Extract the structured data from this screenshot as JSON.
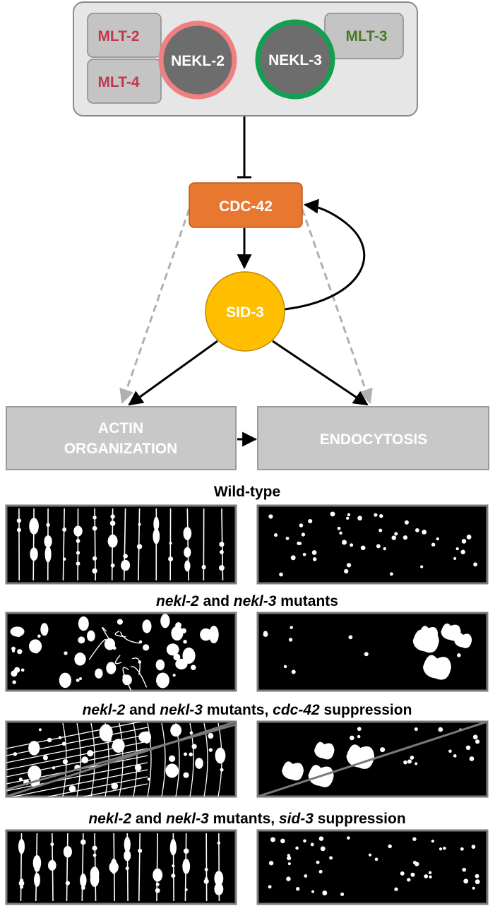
{
  "complex": {
    "mlt2": "MLT-2",
    "mlt4": "MLT-4",
    "mlt3": "MLT-3",
    "nekl2": "NEKL-2",
    "nekl3": "NEKL-3"
  },
  "nodes": {
    "cdc42": "CDC-42",
    "sid3": "SID-3",
    "actin_line1": "ACTIN",
    "actin_line2": "ORGANIZATION",
    "endocytosis": "ENDOCYTOSIS"
  },
  "panels": {
    "wild_type": "Wild-type",
    "mutants_a": "nekl-2",
    "mutants_and": " and ",
    "mutants_b": "nekl-3",
    "mutants_suffix": " mutants",
    "cdc42_gene": "cdc-42",
    "cdc42_suffix": " suppression",
    "sid3_gene": "sid-3",
    "sid3_suffix": " suppression",
    "comma": ", "
  },
  "colors": {
    "mlt_red": "#c0394b",
    "mlt_green": "#4a7a25",
    "nekl2_ring": "#f08080",
    "nekl3_ring": "#10a050",
    "circle_fill": "#6d6d6d",
    "cdc42_fill": "#e8772f",
    "sid3_fill": "#ffbf00",
    "box_gray": "#c8c8c8",
    "complex_bg": "#e6e6e6"
  }
}
